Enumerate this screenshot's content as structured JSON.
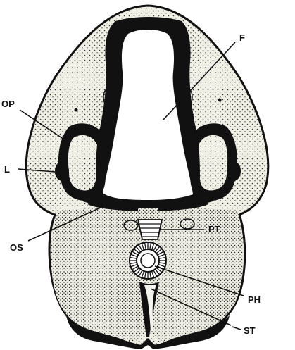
{
  "figure": {
    "labels": {
      "F": "F",
      "OP": "OP",
      "L": "L",
      "OS": "OS",
      "PT": "PT",
      "PH": "PH",
      "ST": "ST"
    },
    "colors": {
      "ink": "#111111",
      "tissue": "#efefe6",
      "background": "#ffffff"
    }
  }
}
